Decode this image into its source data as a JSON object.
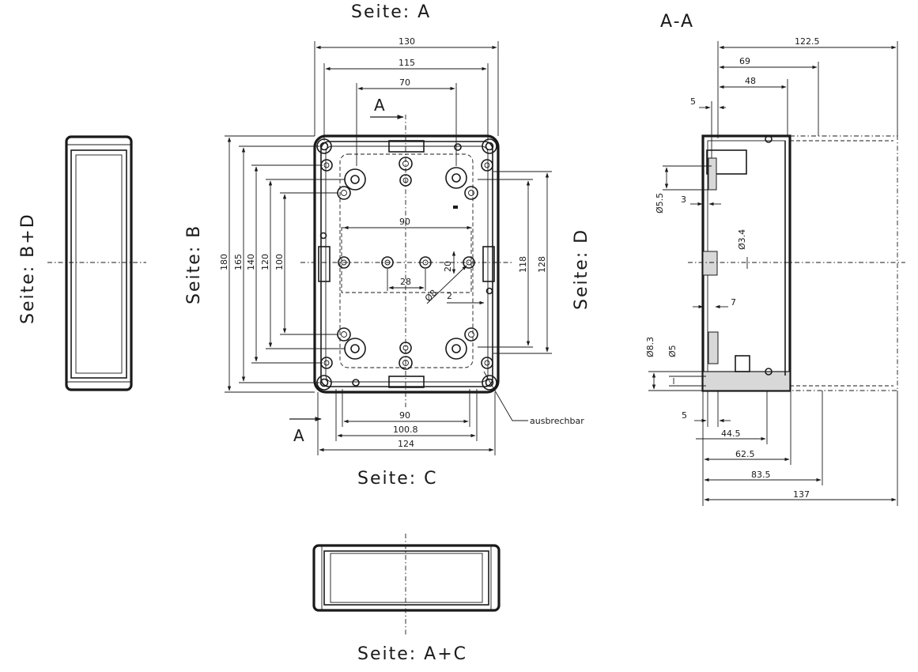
{
  "views": {
    "front_title": "Seite: A",
    "left_side": "Seite: B",
    "right_side": "Seite: D",
    "bottom_side": "Seite: C",
    "far_left": "Seite: B+D",
    "bottom_view": "Seite: A+C",
    "section_title": "A-A",
    "section_mark_top": "A",
    "section_mark_bottom": "A"
  },
  "dimensions": {
    "top": {
      "d130": "130",
      "d115": "115",
      "d70": "70"
    },
    "left": {
      "d180": "180",
      "d165": "165",
      "d140": "140",
      "d120": "120",
      "d100": "100"
    },
    "right": {
      "d118": "118",
      "d128": "128"
    },
    "inner": {
      "d90": "90",
      "d28": "28",
      "d20": "20",
      "d8": "Ø8",
      "d2": "2"
    },
    "bottom": {
      "d90": "90",
      "d100_8": "100.8",
      "d124": "124"
    },
    "section_top": {
      "d122_5": "122.5",
      "d69": "69",
      "d48": "48",
      "d5": "5"
    },
    "section_side": {
      "d5_5": "Ø5.5",
      "d3": "3",
      "d3_4": "Ø3.4",
      "d7": "7",
      "d8_3": "Ø8.3",
      "d5b": "Ø5"
    },
    "section_bottom": {
      "d5": "5",
      "d44_5": "44.5",
      "d62_5": "62.5",
      "d83_5": "83.5",
      "d137": "137"
    }
  },
  "annotations": {
    "knockout": "ausbrechbar"
  }
}
